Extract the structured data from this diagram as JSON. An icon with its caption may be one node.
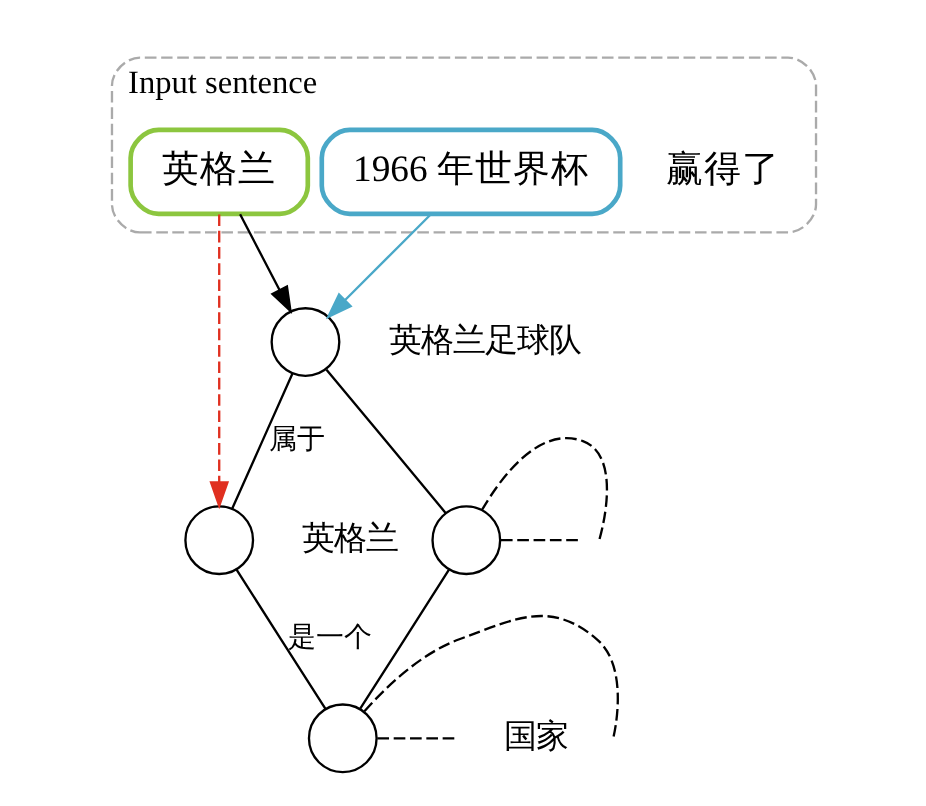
{
  "diagram": {
    "nodes": [
      {
        "text": [
          "Input sentence"
        ]
      },
      {
        "text": [
          "英格兰"
        ],
        "in": 0
      },
      {
        "text": [
          "1966 年世界杯"
        ],
        "in": 0
      },
      {
        "text": [],
        "shape": "circle",
        "beside": [
          "英格兰足球队"
        ]
      },
      {
        "text": [],
        "shape": "circle"
      },
      {
        "text": [],
        "shape": "circle",
        "beside": [
          "国家"
        ]
      },
      {
        "text": [],
        "shape": "circle",
        "beside": [
          "英格兰"
        ]
      }
    ],
    "edges": [
      {
        "from": 1,
        "to": 3,
        "arrow": "to"
      },
      {
        "from": 2,
        "to": 3,
        "arrow": "to",
        "color": "#4aa8c8"
      },
      {
        "from": 1,
        "to": 6,
        "arrow": "to",
        "style": "dashed",
        "color": "#e03020"
      },
      {
        "from": 3,
        "to": 4,
        "arrow": "none"
      },
      {
        "from": 3,
        "to": 6,
        "arrow": "none",
        "label": "属于"
      },
      {
        "from": 4,
        "to": 5,
        "arrow": "none"
      },
      {
        "from": 6,
        "to": 5,
        "arrow": "none",
        "label": "是一个"
      },
      {
        "from": 4,
        "to": null,
        "arrow": "none",
        "style": "dashed"
      },
      {
        "from": 4,
        "to": null,
        "arrow": "none",
        "style": "dashed"
      },
      {
        "from": 5,
        "to": null,
        "arrow": "none",
        "style": "dashed"
      },
      {
        "from": 5,
        "to": null,
        "arrow": "none",
        "style": "dashed"
      }
    ],
    "labels": [
      "赢得了"
    ]
  }
}
